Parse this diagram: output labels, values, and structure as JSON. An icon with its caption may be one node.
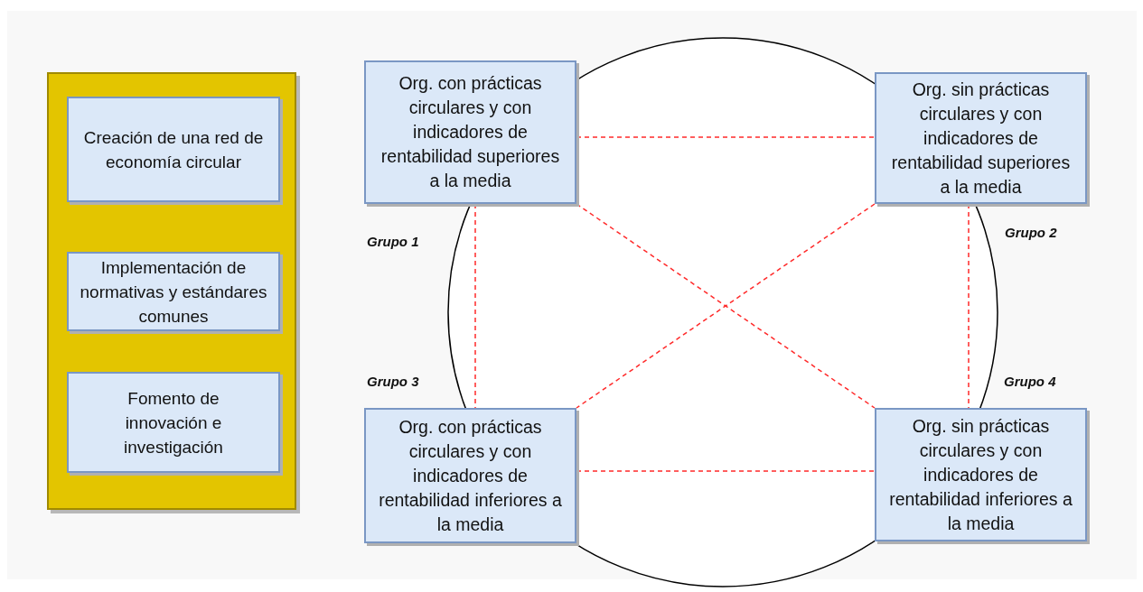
{
  "diagram": {
    "nodes": [
      {
        "text": [],
        "shape": "box"
      },
      {
        "text": [
          "Creación de una red de economía circular"
        ],
        "in": 0
      },
      {
        "text": [
          "Implementación de normativas y estándares comunes"
        ],
        "in": 0
      },
      {
        "text": [
          "Fomento de innovación e investigación"
        ],
        "in": 0
      },
      {
        "text": [
          "Org. con prácticas circulares y con indicadores de rentabilidad superiores a la media"
        ],
        "beside": [
          "Grupo 1"
        ]
      },
      {
        "text": [
          "Org. sin prácticas circulares y con indicadores de rentabilidad superiores a la media"
        ],
        "beside": [
          "Grupo 2"
        ]
      },
      {
        "text": [
          "Org. con prácticas circulares y con indicadores de rentabilidad inferiores a la media"
        ],
        "beside": [
          "Grupo 3"
        ]
      },
      {
        "text": [
          "Org. sin prácticas circulares y con indicadores de rentabilidad inferiores a la media"
        ],
        "beside": [
          "Grupo 4"
        ]
      }
    ],
    "edges": [
      {
        "from": 4,
        "to": 5,
        "arrow": "none",
        "style": "dashed"
      },
      {
        "from": 4,
        "to": 6,
        "arrow": "none",
        "style": "dashed"
      },
      {
        "from": 4,
        "to": 7,
        "arrow": "none",
        "style": "dashed"
      },
      {
        "from": 5,
        "to": 6,
        "arrow": "none",
        "style": "dashed"
      },
      {
        "from": 5,
        "to": 7,
        "arrow": "none",
        "style": "dashed"
      },
      {
        "from": 6,
        "to": 7,
        "arrow": "none",
        "style": "dashed"
      }
    ]
  }
}
